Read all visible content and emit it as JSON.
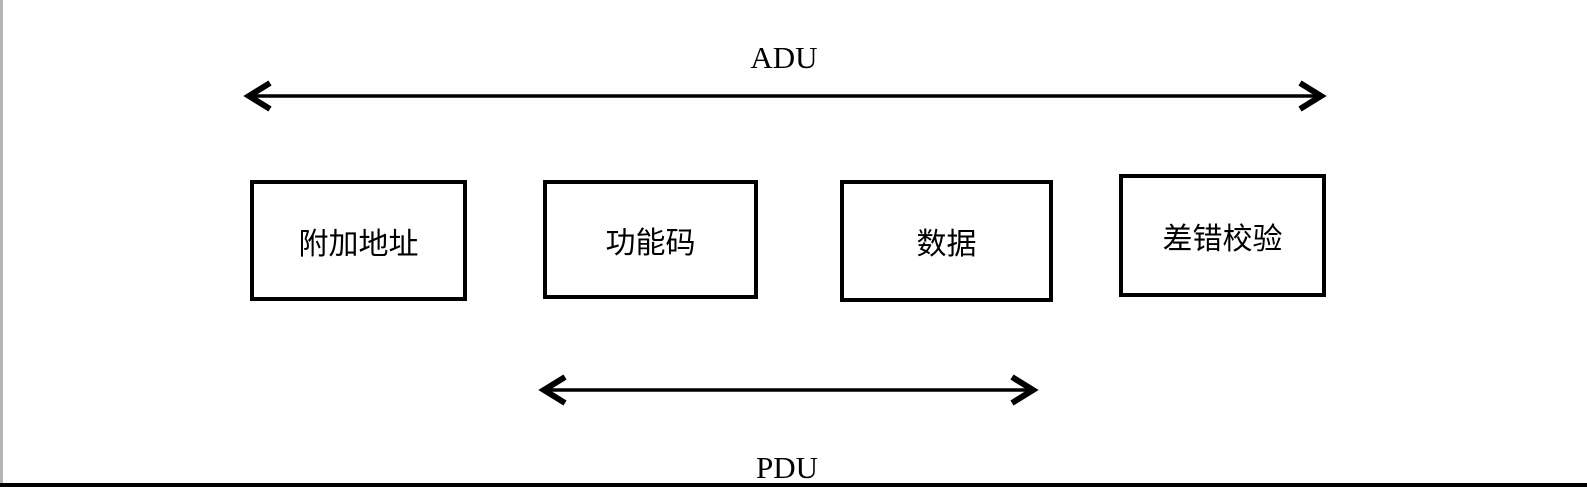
{
  "diagram": {
    "title_context": "Modbus frame structure diagram",
    "top_span": {
      "label": "ADU"
    },
    "bottom_span": {
      "label": "PDU"
    },
    "boxes": [
      {
        "label": "附加地址"
      },
      {
        "label": "功能码"
      },
      {
        "label": "数据"
      },
      {
        "label": "差错校验"
      }
    ],
    "colors": {
      "line": "#000000",
      "box_border": "#000000",
      "background": "#ffffff",
      "page_edge": "#b4b4b4"
    }
  }
}
